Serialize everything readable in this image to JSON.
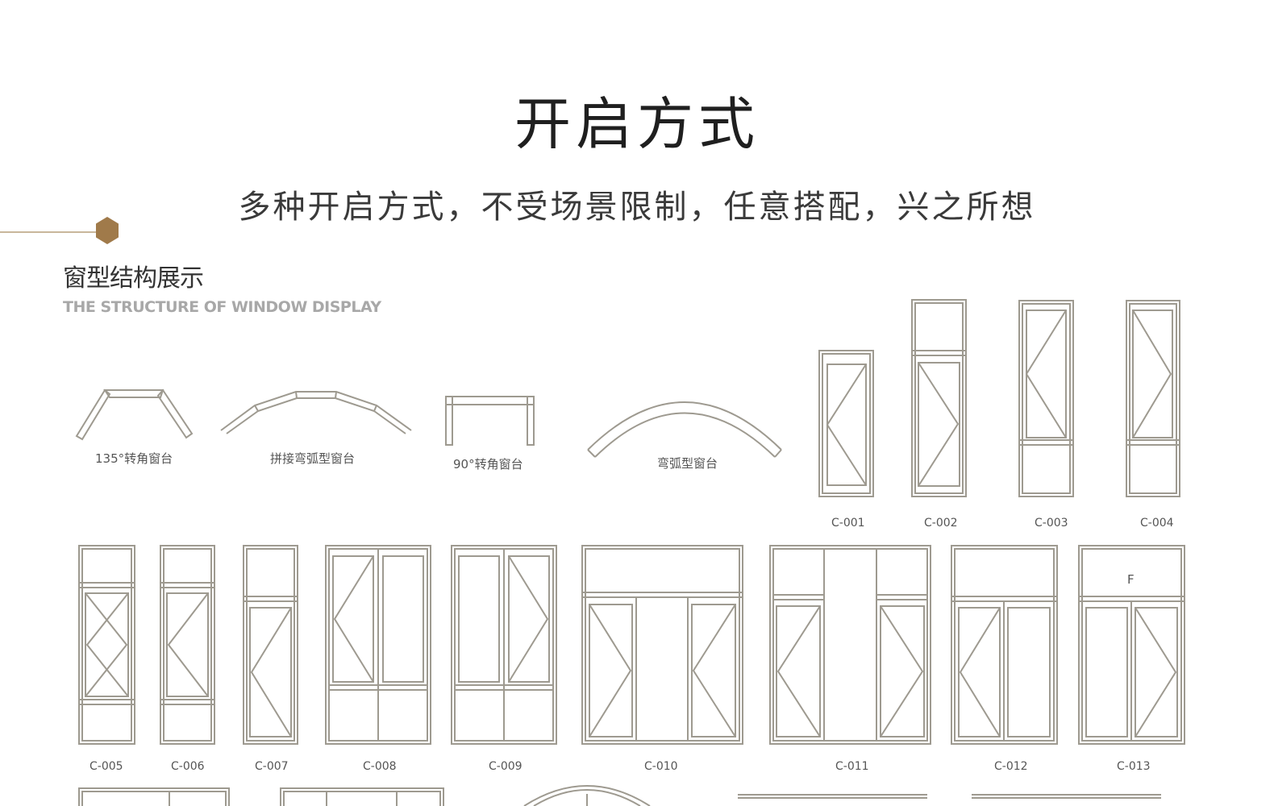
{
  "header": {
    "title": "开启方式",
    "subtitle": "多种开启方式，不受场景限制，任意搭配，兴之所想"
  },
  "section": {
    "title_zh": "窗型结构展示",
    "title_en": "THE STRUCTURE OF WINDOW DISPLAY"
  },
  "colors": {
    "line": "#9e9a90",
    "accent": "#a07a4a",
    "accent_line": "#c9b79b"
  },
  "corner_types": {
    "deg135": "135°转角窗台",
    "spliced_arc": "拼接弯弧型窗台",
    "deg90": "90°转角窗台",
    "arc": "弯弧型窗台"
  },
  "windows": {
    "c001": "C-001",
    "c002": "C-002",
    "c003": "C-003",
    "c004": "C-004",
    "c005": "C-005",
    "c006": "C-006",
    "c007": "C-007",
    "c008": "C-008",
    "c009": "C-009",
    "c010": "C-010",
    "c011": "C-011",
    "c012": "C-012",
    "c013": "C-013"
  },
  "fixed_mark": "F"
}
